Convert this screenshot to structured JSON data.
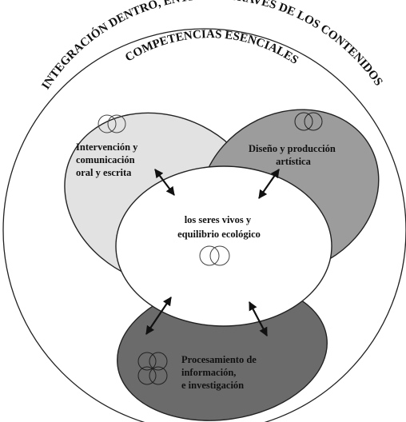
{
  "outer_title": "INTEGRACIÓN DENTRO, ENTRE Y A TRAVÉS DE LOS CONTENIDOS",
  "inner_title": "COMPETENCIAS ESENCIALES",
  "competencies": [
    {
      "lines": [
        "Intervención y",
        "comunicación",
        "oral y escrita"
      ],
      "color": "#e2e2e2"
    },
    {
      "lines": [
        "Diseño y producción",
        "artística"
      ],
      "color": "#9c9c9c"
    },
    {
      "lines": [
        "Procesamiento de",
        "información,",
        "e investigación"
      ],
      "color": "#6b6b6b"
    }
  ],
  "center": {
    "lines": [
      "los seres vivos y",
      "equilibrio ecológico"
    ],
    "color": "#ffffff"
  },
  "icons": [
    "two-circles-icon",
    "two-circles-icon",
    "three-circles-icon",
    "two-circles-icon"
  ]
}
